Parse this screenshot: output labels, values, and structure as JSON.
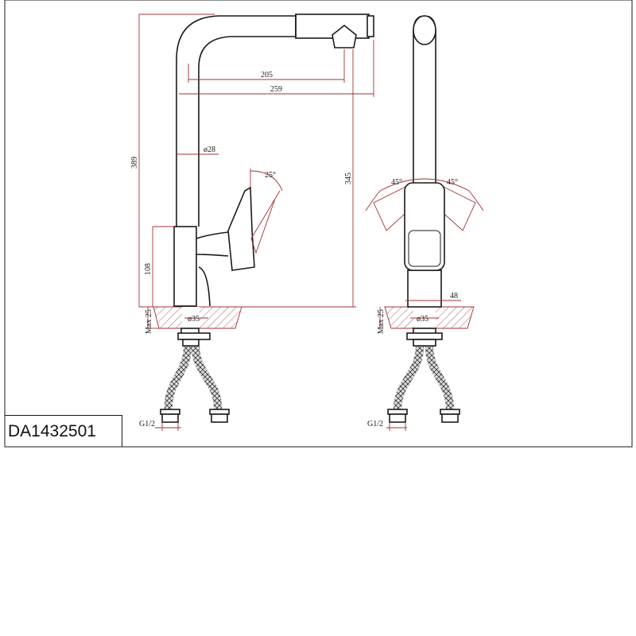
{
  "model_code": "DA1432501",
  "dimensions": {
    "spout_reach": "205",
    "total_reach": "259",
    "total_height": "389",
    "spout_height": "345",
    "body_diameter": "ø28",
    "handle_angle": "25°",
    "base_height": "108",
    "max_mount": "Max 25",
    "mount_diameter": "ø35",
    "connection": "G1/2",
    "rotation_left": "45°",
    "rotation_right": "45°",
    "base_width": "48"
  },
  "colors": {
    "outline": "#1a1a1a",
    "dimension": "#a33030"
  }
}
